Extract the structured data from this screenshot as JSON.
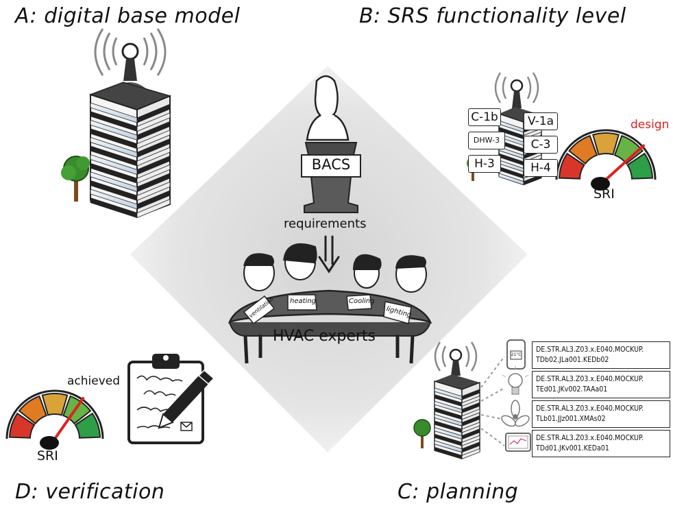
{
  "panels": {
    "a_title": "A: digital base model",
    "b_title": "B: SRS functionality level",
    "c_title": "C: planning",
    "d_title": "D: verification"
  },
  "center": {
    "podium_label": "BACS",
    "requirements_label": "requirements",
    "table_label": "HVAC experts",
    "cards": [
      "ventilation",
      "heating",
      "Cooling",
      "lighting"
    ]
  },
  "functionality_tags": [
    "C-1b",
    "V-1a",
    "DHW-3",
    "C-3",
    "H-3",
    "H-4"
  ],
  "gauge_design": {
    "label": "SRI",
    "marker": "design"
  },
  "gauge_achieved": {
    "label": "SRI",
    "marker": "achieved"
  },
  "device_ids": [
    {
      "line1": "DE.STR.AL3.Z03.x.E040.MOCKUP.",
      "line2": "TDb02.JLa001.KEDb02"
    },
    {
      "line1": "DE.STR.AL3.Z03.x.E040.MOCKUP.",
      "line2": "TEd01.JKv002.TAAa01"
    },
    {
      "line1": "DE.STR.AL3.Z03.x.E040.MOCKUP.",
      "line2": "TLb01.JJz001.XMAs02"
    },
    {
      "line1": "DE.STR.AL3.Z03.x.E040.MOCKUP.",
      "line2": "TDd01.JKv001.KEDa01"
    }
  ],
  "thermostat_display": "21°C",
  "colors": {
    "accent_red": "#e02020",
    "gauge": [
      "#d9362b",
      "#e07b24",
      "#d9a33a",
      "#67b346",
      "#2e9e48"
    ]
  }
}
